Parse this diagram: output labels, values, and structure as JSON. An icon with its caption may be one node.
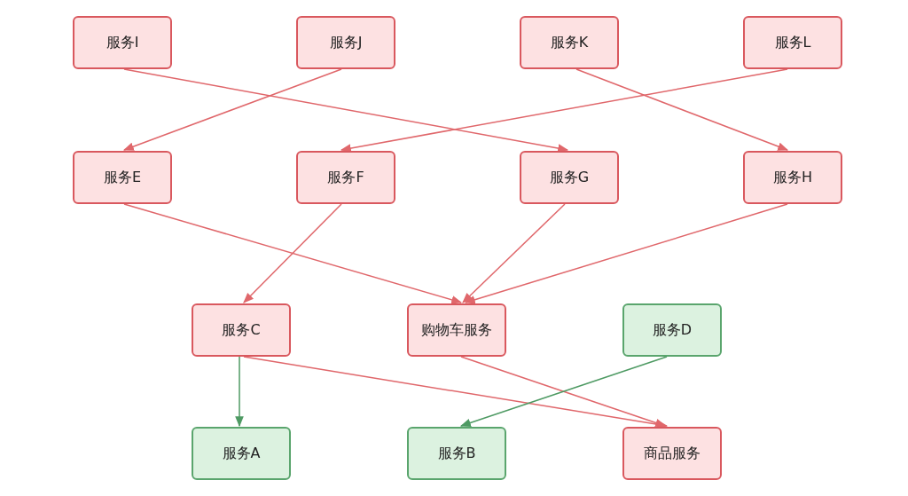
{
  "diagram": {
    "nodes": [
      {
        "text": [
          "服务I"
        ]
      },
      {
        "text": [
          "服务J"
        ]
      },
      {
        "text": [
          "服务K"
        ]
      },
      {
        "text": [
          "服务L"
        ]
      },
      {
        "text": [
          "服务E"
        ]
      },
      {
        "text": [
          "服务F"
        ]
      },
      {
        "text": [
          "服务G"
        ]
      },
      {
        "text": [
          "服务H"
        ]
      },
      {
        "text": [
          "服务C"
        ]
      },
      {
        "text": [
          "购物车服务"
        ]
      },
      {
        "text": [
          "服务D"
        ]
      },
      {
        "text": [
          "服务A"
        ]
      },
      {
        "text": [
          "服务B"
        ]
      },
      {
        "text": [
          "商品服务"
        ]
      }
    ],
    "edges": [
      {
        "from": 0,
        "to": 6,
        "arrow": "to"
      },
      {
        "from": 1,
        "to": 4,
        "arrow": "to"
      },
      {
        "from": 2,
        "to": 7,
        "arrow": "to"
      },
      {
        "from": 3,
        "to": 5,
        "arrow": "to"
      },
      {
        "from": 4,
        "to": 9,
        "arrow": "to"
      },
      {
        "from": 5,
        "to": 8,
        "arrow": "to"
      },
      {
        "from": 6,
        "to": 9,
        "arrow": "to"
      },
      {
        "from": 7,
        "to": 9,
        "arrow": "to"
      },
      {
        "from": 8,
        "to": 11,
        "arrow": "to",
        "color": "#4e9a63"
      },
      {
        "from": 8,
        "to": 13,
        "arrow": "to"
      },
      {
        "from": 9,
        "to": 13,
        "arrow": "to"
      },
      {
        "from": 10,
        "to": 12,
        "arrow": "to",
        "color": "#4e9a63"
      }
    ]
  }
}
